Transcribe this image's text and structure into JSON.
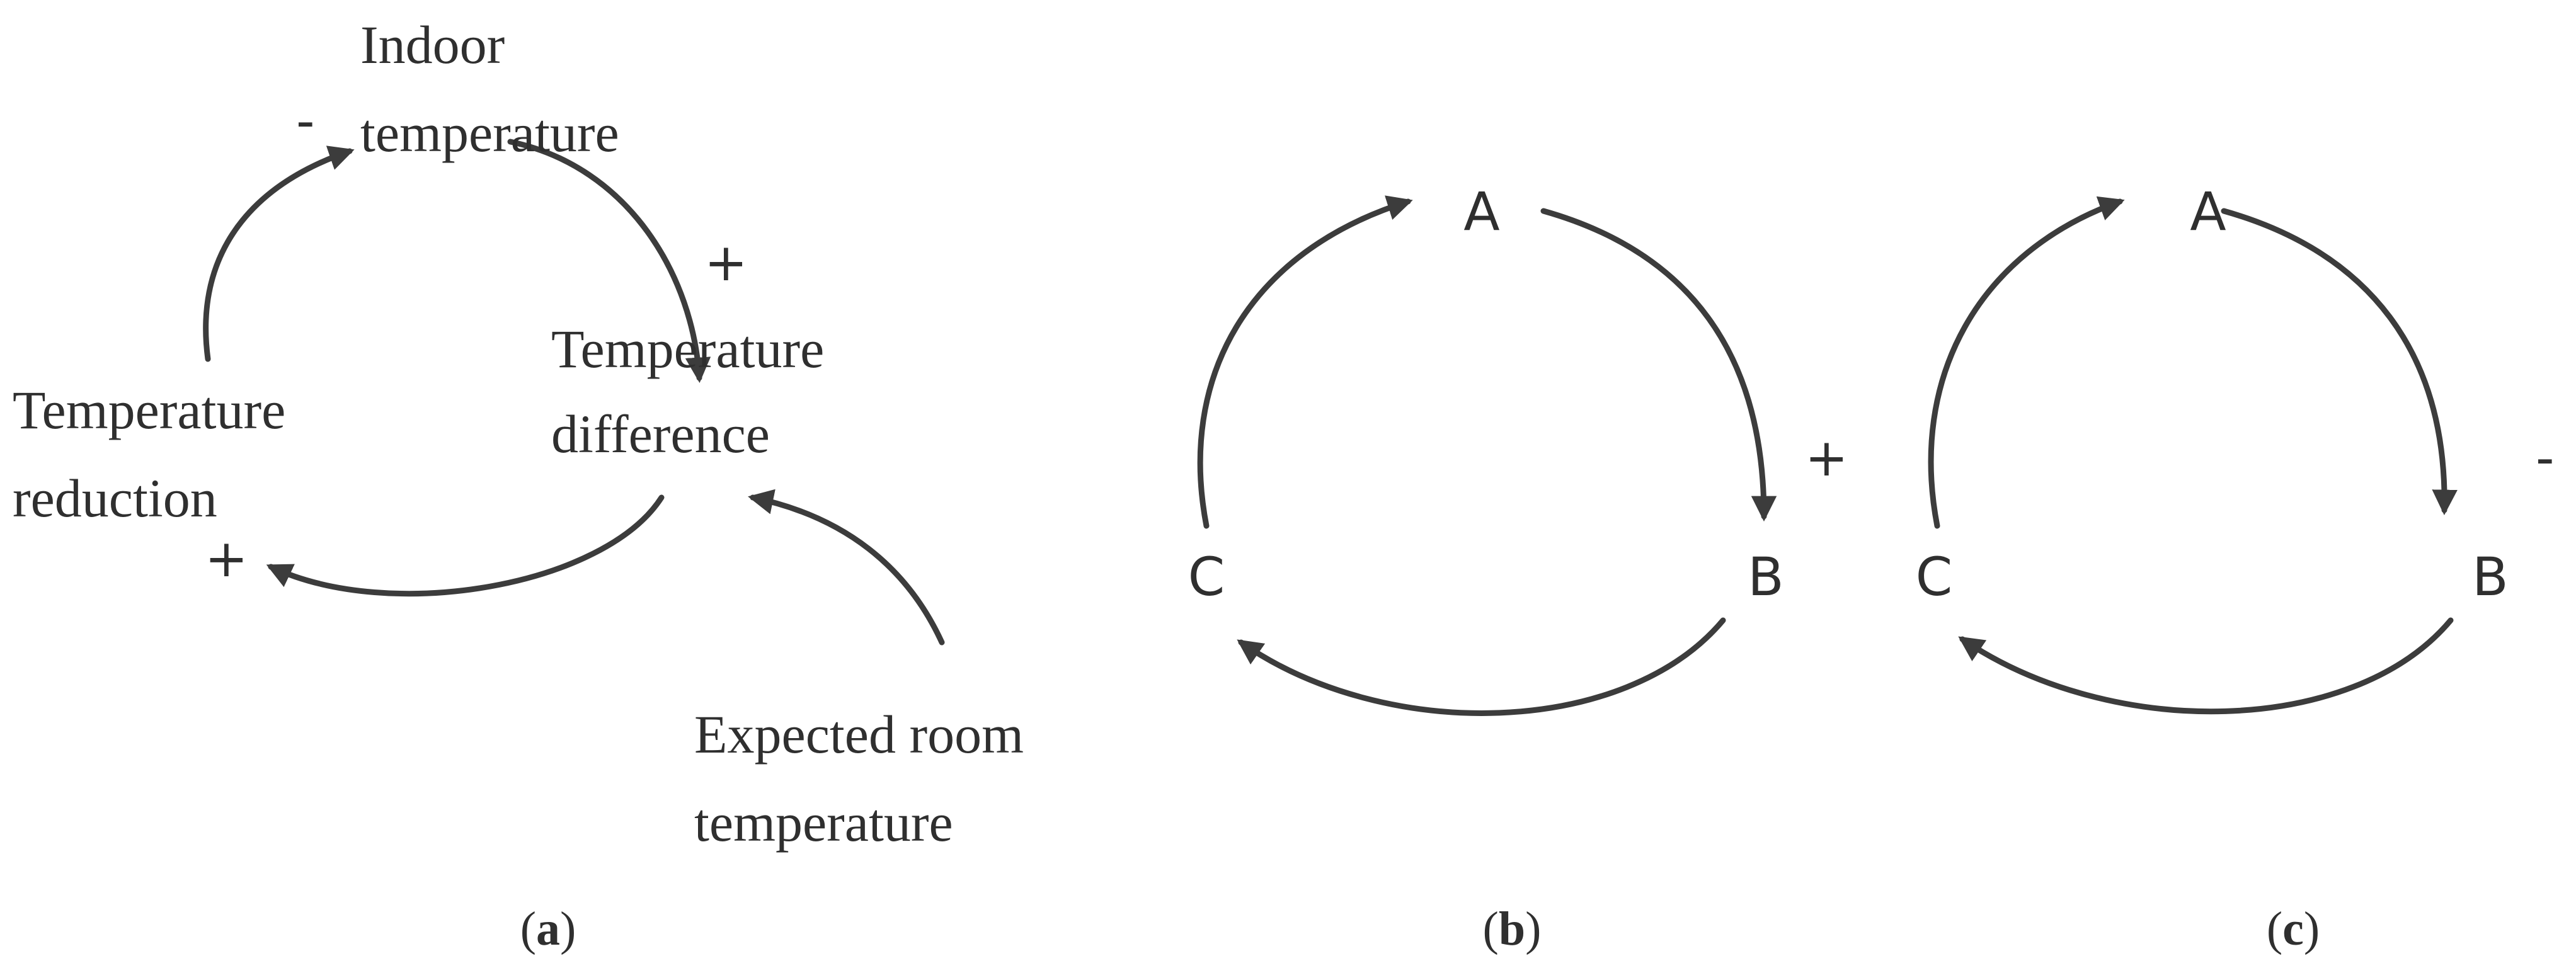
{
  "panels": {
    "a": {
      "caption": {
        "open": "(",
        "letter": "a",
        "close": ")"
      },
      "nodes": {
        "indoor": [
          "Indoor",
          "temperature"
        ],
        "difference": [
          "Temperature",
          "difference"
        ],
        "reduction": [
          "Temperature",
          "reduction"
        ],
        "expected": [
          "Expected room",
          "temperature"
        ]
      },
      "signs": {
        "indoor": "-",
        "difference": "+",
        "reduction": "+"
      }
    },
    "b": {
      "caption": {
        "open": "(",
        "letter": "b",
        "close": ")"
      },
      "nodes": {
        "a": "A",
        "b": "B",
        "c": "C"
      },
      "signs": {
        "b": "+"
      }
    },
    "c": {
      "caption": {
        "open": "(",
        "letter": "c",
        "close": ")"
      },
      "nodes": {
        "a": "A",
        "b": "B",
        "c": "C"
      },
      "signs": {
        "b": "-"
      }
    }
  }
}
